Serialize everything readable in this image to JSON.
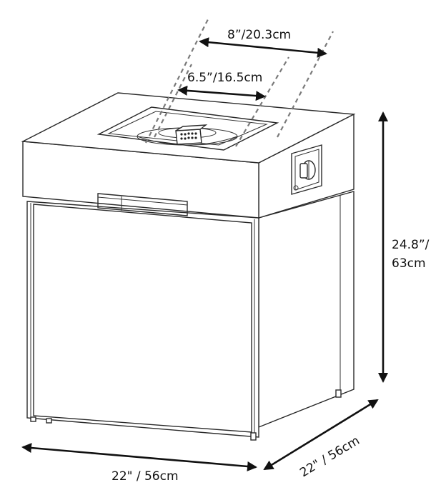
{
  "product": "square fire pit table",
  "dimensions": {
    "outer_opening": "8”/20.3cm",
    "inner_opening": "6.5”/16.5cm",
    "height_line1": "24.8”/",
    "height_line2": "63cm",
    "width": "22\" / 56cm",
    "depth": "22\" / 56cm"
  },
  "colors": {
    "line": "#2a2a2a",
    "dashed_guides": "#7a7a7a",
    "arrows": "#111111",
    "background": "#ffffff"
  }
}
